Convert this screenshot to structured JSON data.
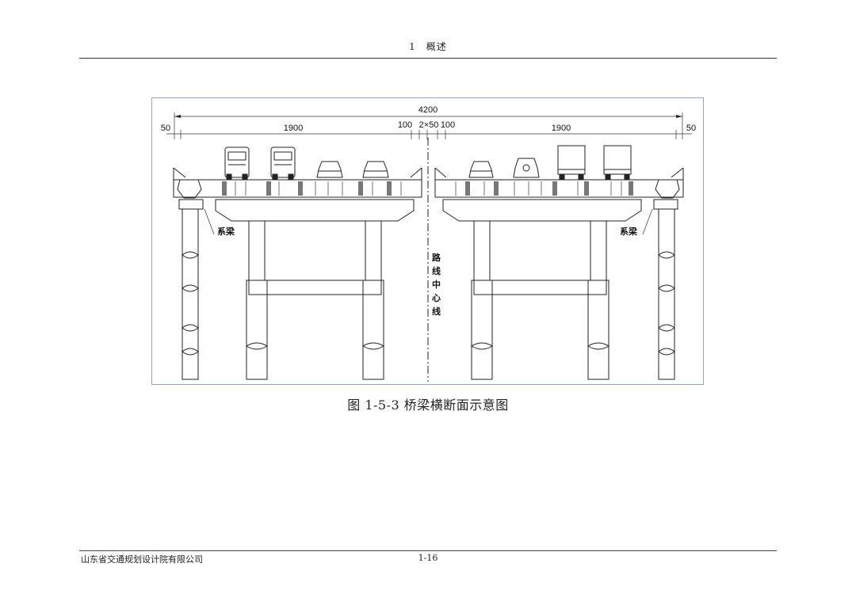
{
  "header": {
    "title": "1　概述"
  },
  "figure": {
    "caption": "图 1-5-3 桥梁横断面示意图",
    "dimensions": {
      "total": "4200",
      "left_edge": "50",
      "left_lane": "1900",
      "left_strip": "100",
      "median": "2×50",
      "right_strip": "100",
      "right_lane": "1900",
      "right_edge": "50"
    },
    "labels": {
      "tie_beam_left": "系梁",
      "tie_beam_right": "系梁",
      "centerline": [
        "路",
        "线",
        "中",
        "心",
        "线"
      ]
    }
  },
  "footer": {
    "company": "山东省交通规划设计院有限公司",
    "page": "1-16"
  }
}
